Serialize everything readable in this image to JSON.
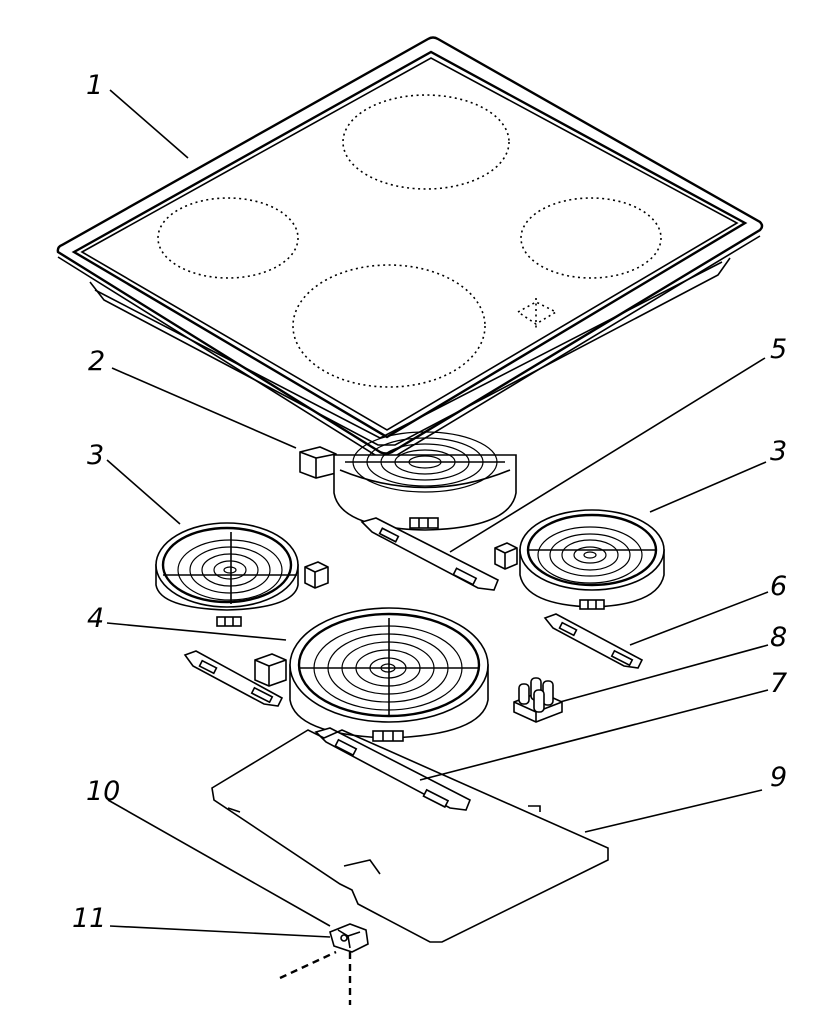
{
  "callouts": [
    {
      "id": "hob-glass-top",
      "label": "1"
    },
    {
      "id": "overheat-limiter",
      "label": "2"
    },
    {
      "id": "heating-element-left",
      "label": "3"
    },
    {
      "id": "heating-element-right",
      "label": "3"
    },
    {
      "id": "heating-element-front-large",
      "label": "4"
    },
    {
      "id": "mounting-bracket-rear",
      "label": "5"
    },
    {
      "id": "mounting-bracket-right",
      "label": "6"
    },
    {
      "id": "mounting-bracket-front",
      "label": "7"
    },
    {
      "id": "terminal-block",
      "label": "8"
    },
    {
      "id": "bottom-cover-plate",
      "label": "9"
    },
    {
      "id": "cable-clamp",
      "label": "10"
    },
    {
      "id": "clamp-screw",
      "label": "11"
    }
  ]
}
